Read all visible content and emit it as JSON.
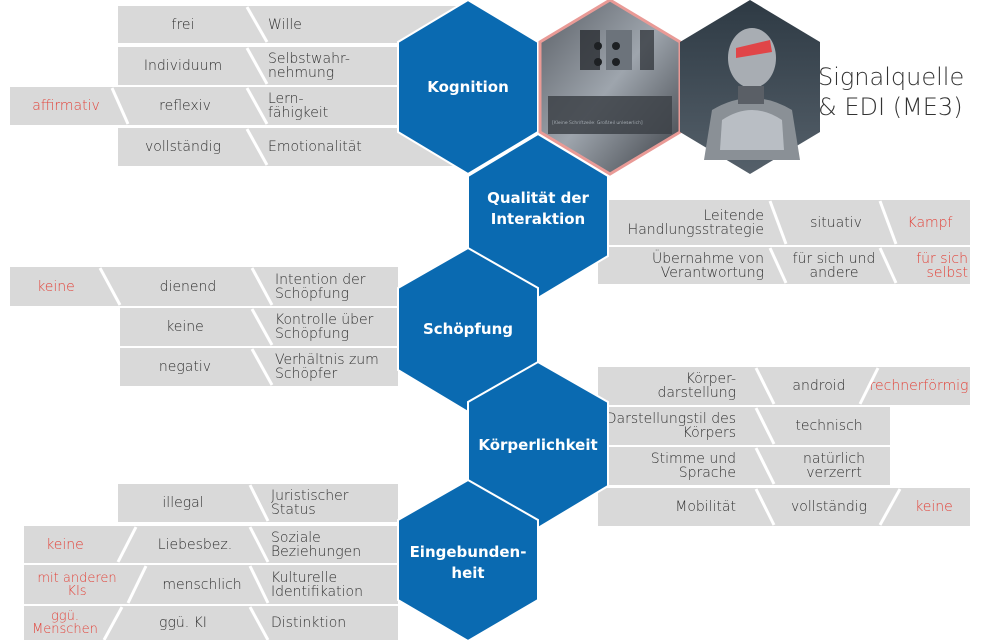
{
  "hexagons": {
    "kognition": "Kognition",
    "interaktion": "Qualität der Interaktion",
    "schoepfung": "Schöpfung",
    "koerper": "Körperlichkeit",
    "eingebunden": "Eingebunden-heit"
  },
  "images": {
    "screen_caption": "[Kleine Schriftzeile: Großteil unleserlich]"
  },
  "title": {
    "line1": "Signalquelle",
    "line2": "& EDI (ME3)"
  },
  "kognition": {
    "rows": [
      {
        "value": "frei",
        "label": "Wille"
      },
      {
        "value": "Individuum",
        "label": "Selbstwahr-nehmung"
      },
      {
        "alt": "affirmativ",
        "value": "reflexiv",
        "label": "Lern-fähigkeit"
      },
      {
        "value": "vollständig",
        "label": "Emotionalität"
      }
    ]
  },
  "interaktion": {
    "rows": [
      {
        "label": "Leitende Handlungsstrategie",
        "value": "situativ",
        "alt": "Kampf"
      },
      {
        "label": "Übernahme von Verantwortung",
        "value": "für sich und andere",
        "alt": "für sich selbst"
      }
    ]
  },
  "schoepfung": {
    "rows": [
      {
        "alt": "keine",
        "value": "dienend",
        "label": "Intention der Schöpfung"
      },
      {
        "value": "keine",
        "label": "Kontrolle über Schöpfung"
      },
      {
        "value": "negativ",
        "label": "Verhältnis zum Schöpfer"
      }
    ]
  },
  "koerper": {
    "rows": [
      {
        "label": "Körper-darstellung",
        "value": "android",
        "alt": "rechnerförmig"
      },
      {
        "label": "Darstellungstil des Körpers",
        "value": "technisch"
      },
      {
        "label": "Stimme und Sprache",
        "value": "natürlich verzerrt"
      },
      {
        "label": "Mobilität",
        "value": "vollständig",
        "alt": "keine"
      }
    ]
  },
  "eingebunden": {
    "rows": [
      {
        "value": "illegal",
        "label": "Juristischer Status"
      },
      {
        "alt": "keine",
        "value": "Liebesbez.",
        "label": "Soziale Beziehungen"
      },
      {
        "alt": "mit anderen KIs",
        "value": "menschlich",
        "label": "Kulturelle Identifikation"
      },
      {
        "alt": "ggü. Menschen",
        "value": "ggü. KI",
        "label": "Distinktion"
      }
    ]
  },
  "colors": {
    "hex": "#0a6ab1",
    "bar": "#d9d9d9",
    "red": "#e2453c",
    "image_border": "#e99a96"
  }
}
